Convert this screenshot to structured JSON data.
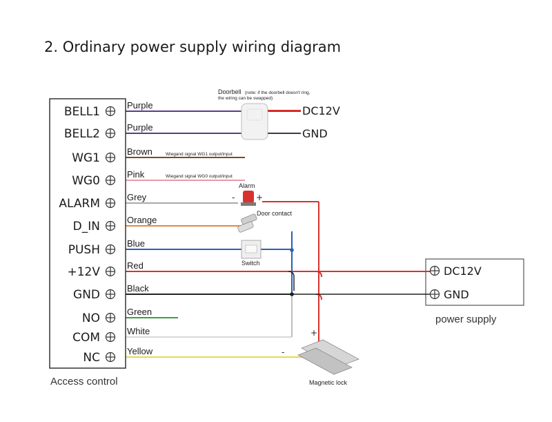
{
  "title": "2. Ordinary power supply wiring diagram",
  "controller": {
    "caption": "Access control",
    "terminals": [
      {
        "name": "BELL1",
        "wire": "Purple",
        "color": "#5b3a8c"
      },
      {
        "name": "BELL2",
        "wire": "Purple",
        "color": "#5b3a8c"
      },
      {
        "name": "WG1",
        "wire": "Brown",
        "color": "#7a4a2a"
      },
      {
        "name": "WG0",
        "wire": "Pink",
        "color": "#e79aa8"
      },
      {
        "name": "ALARM",
        "wire": "Grey",
        "color": "#a8a8a8"
      },
      {
        "name": "D_IN",
        "wire": "Orange",
        "color": "#e8873a"
      },
      {
        "name": "PUSH",
        "wire": "Blue",
        "color": "#2a5fb0"
      },
      {
        "name": "+12V",
        "wire": "Red",
        "color": "#d8322e"
      },
      {
        "name": "GND",
        "wire": "Black",
        "color": "#222222"
      },
      {
        "name": "NO",
        "wire": "Green",
        "color": "#3aa040"
      },
      {
        "name": "COM",
        "wire": "White",
        "color": "#c8c8c8"
      },
      {
        "name": "NC",
        "wire": "Yellow",
        "color": "#e8d84a"
      }
    ]
  },
  "doorbell": {
    "label": "Doorbell",
    "note_line1": "(note: if the doorbell doesn't ring,",
    "note_line2": "the wiring can be swapped)",
    "dc": "DC12V",
    "gnd": "GND"
  },
  "wiegand": {
    "wg1": "Wiegand signal WG1 output/input",
    "wg0": "Wiegand signal WG0 output/input"
  },
  "alarm": {
    "label": "Alarm",
    "minus": "-",
    "plus": "+"
  },
  "door_contact": {
    "label": "Door contact"
  },
  "switch": {
    "label": "Switch"
  },
  "lock": {
    "label": "Magnetic lock",
    "plus": "+",
    "minus": "-"
  },
  "power_supply": {
    "dc": "DC12V",
    "gnd": "GND",
    "caption": "power supply"
  },
  "colors": {
    "red": "#d8322e",
    "black": "#222222",
    "blue": "#2a5fb0",
    "grey": "#a8a8a8"
  }
}
